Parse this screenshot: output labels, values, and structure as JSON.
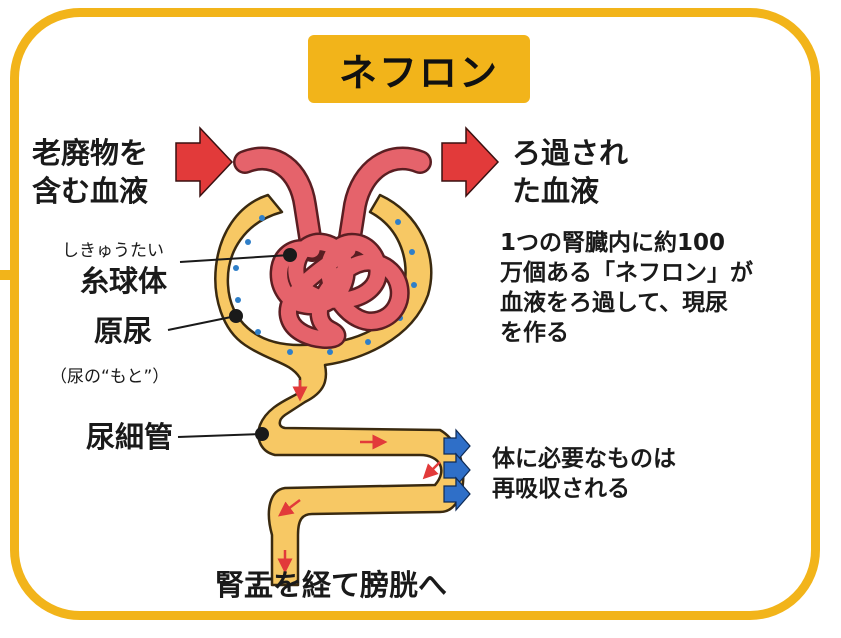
{
  "title": "ネフロン",
  "labels": {
    "input_line1": "老廃物を",
    "input_line2": "含む血液",
    "output_line1": "ろ過され",
    "output_line2": "た血液",
    "glomerulus_reading": "しきゅうたい",
    "glomerulus": "糸球体",
    "primary_urine": "原尿",
    "primary_urine_note": "（尿の“もと”）",
    "tubule": "尿細管",
    "explanation_line1": "1つの腎臓内に約100",
    "explanation_line2": "万個ある「ネフロン」が",
    "explanation_line3": "血液をろ過して、現尿",
    "explanation_line4": "を作る",
    "reabsorb_line1": "体に必要なものは",
    "reabsorb_line2": "再吸収される",
    "bottom": "腎盂を経て膀胱へ"
  },
  "colors": {
    "frame": "#f2b41a",
    "capsule": "#f7c864",
    "capsule_outline": "#3a2a10",
    "vessel": "#e5636b",
    "vessel_outline": "#5a1e22",
    "red_arrow": "#e23a3a",
    "blue_arrow": "#2f6fc8",
    "droplet": "#2f7fc8"
  }
}
